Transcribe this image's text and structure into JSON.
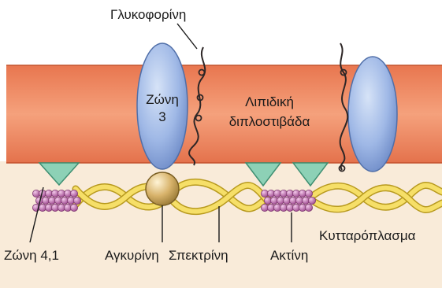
{
  "labels": {
    "glycophorin": "Γλυκοφορίνη",
    "band3_line1": "Ζώνη",
    "band3_line2": "3",
    "lipid_line1": "Λιπιδική",
    "lipid_line2": "διπλοστιβάδα",
    "cytoplasm": "Κυτταρόπλασμα",
    "band41": "Ζώνη 4,1",
    "ankyrin": "Αγκυρίνη",
    "spectrin": "Σπεκτρίνη",
    "actin": "Ακτίνη"
  },
  "colors": {
    "cytoplasm": "#f9ebd9",
    "bilayer": "#f08a63",
    "bilayer_dark": "#c4532e",
    "protein": "#9fb8e6",
    "protein_dark": "#5a78b8",
    "band41": "#8dd1b6",
    "spectrin": "#f6df68",
    "spectrin_dark": "#b89a1f",
    "actin": "#c77ab6",
    "ankyrin": "#c9a25a"
  }
}
